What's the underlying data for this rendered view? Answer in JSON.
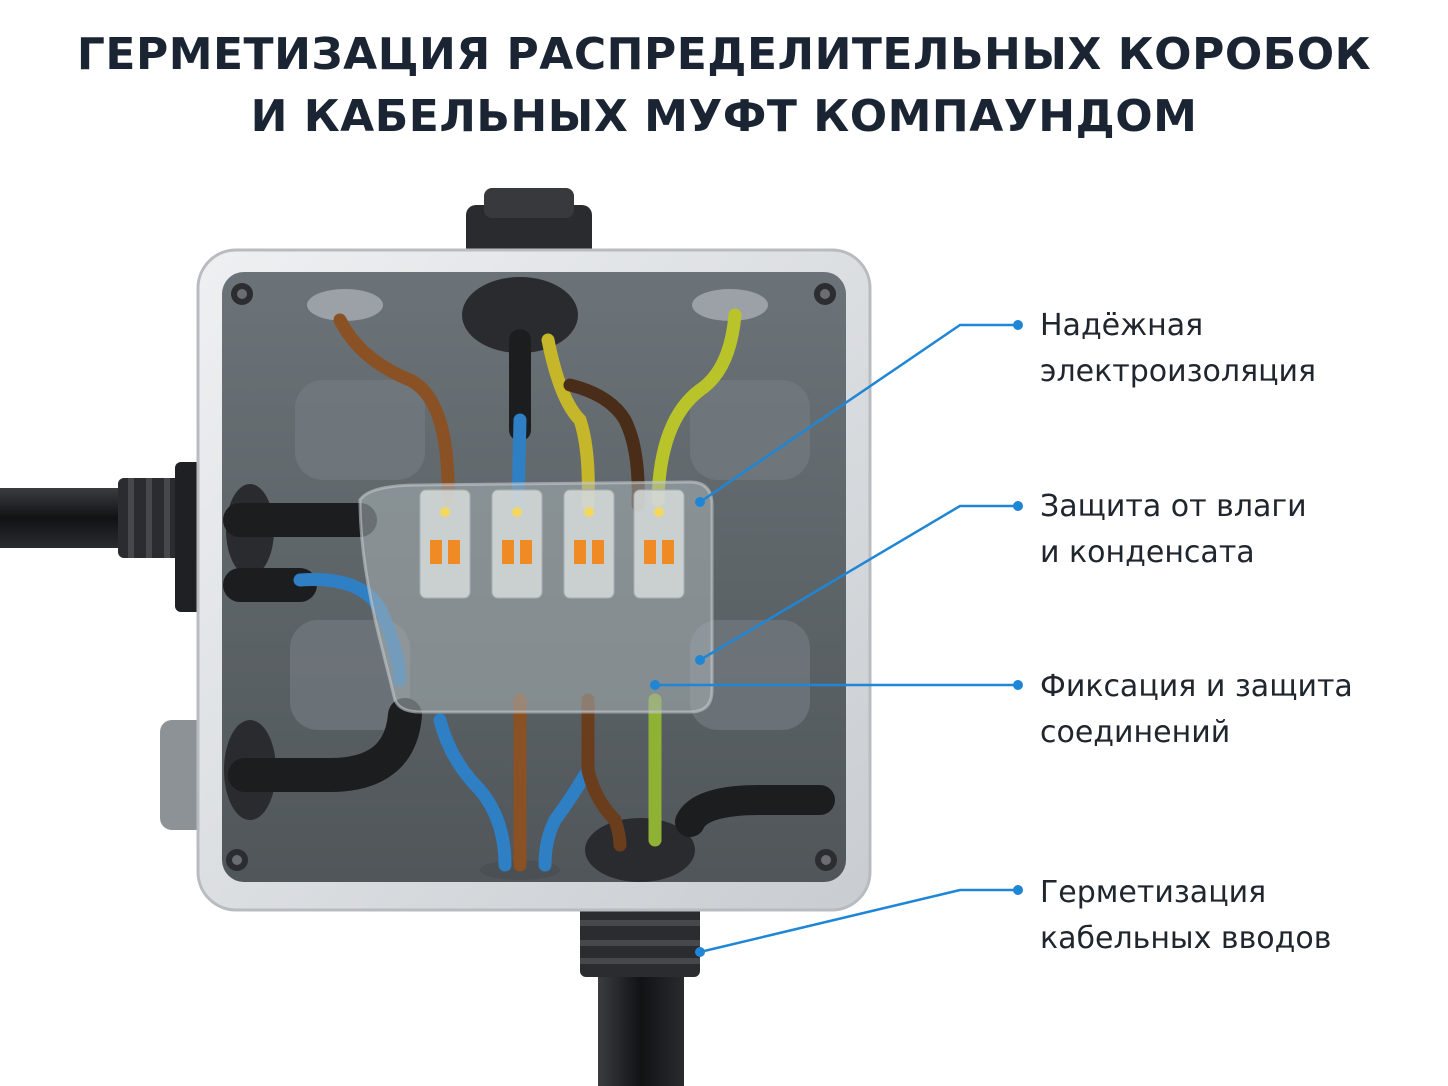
{
  "title": {
    "line1": "ГЕРМЕТИЗАЦИЯ РАСПРЕДЕЛИТЕЛЬНЫХ КОРОБОК",
    "line2": "И КАБЕЛЬНЫХ МУФТ КОМПАУНДОМ"
  },
  "callouts": [
    {
      "line1": "Надёжная",
      "line2": "электроизоляция"
    },
    {
      "line1": "Защита от влаги",
      "line2": "и конденсата"
    },
    {
      "line1": "Фиксация и защита",
      "line2": "соединений"
    },
    {
      "line1": "Герметизация",
      "line2": "кабельных вводов"
    }
  ],
  "colors": {
    "leader_line": "#1f86d6",
    "box_frame": "#dfe2e5",
    "box_interior": "#5f676d",
    "compound": "#9aa3a8",
    "cable": "#1d1e20",
    "wire_brown": "#8a5124",
    "wire_blue": "#2f7fc4",
    "wire_yellow_green": "#b8c42a",
    "connector_lever": "#f08a24"
  }
}
